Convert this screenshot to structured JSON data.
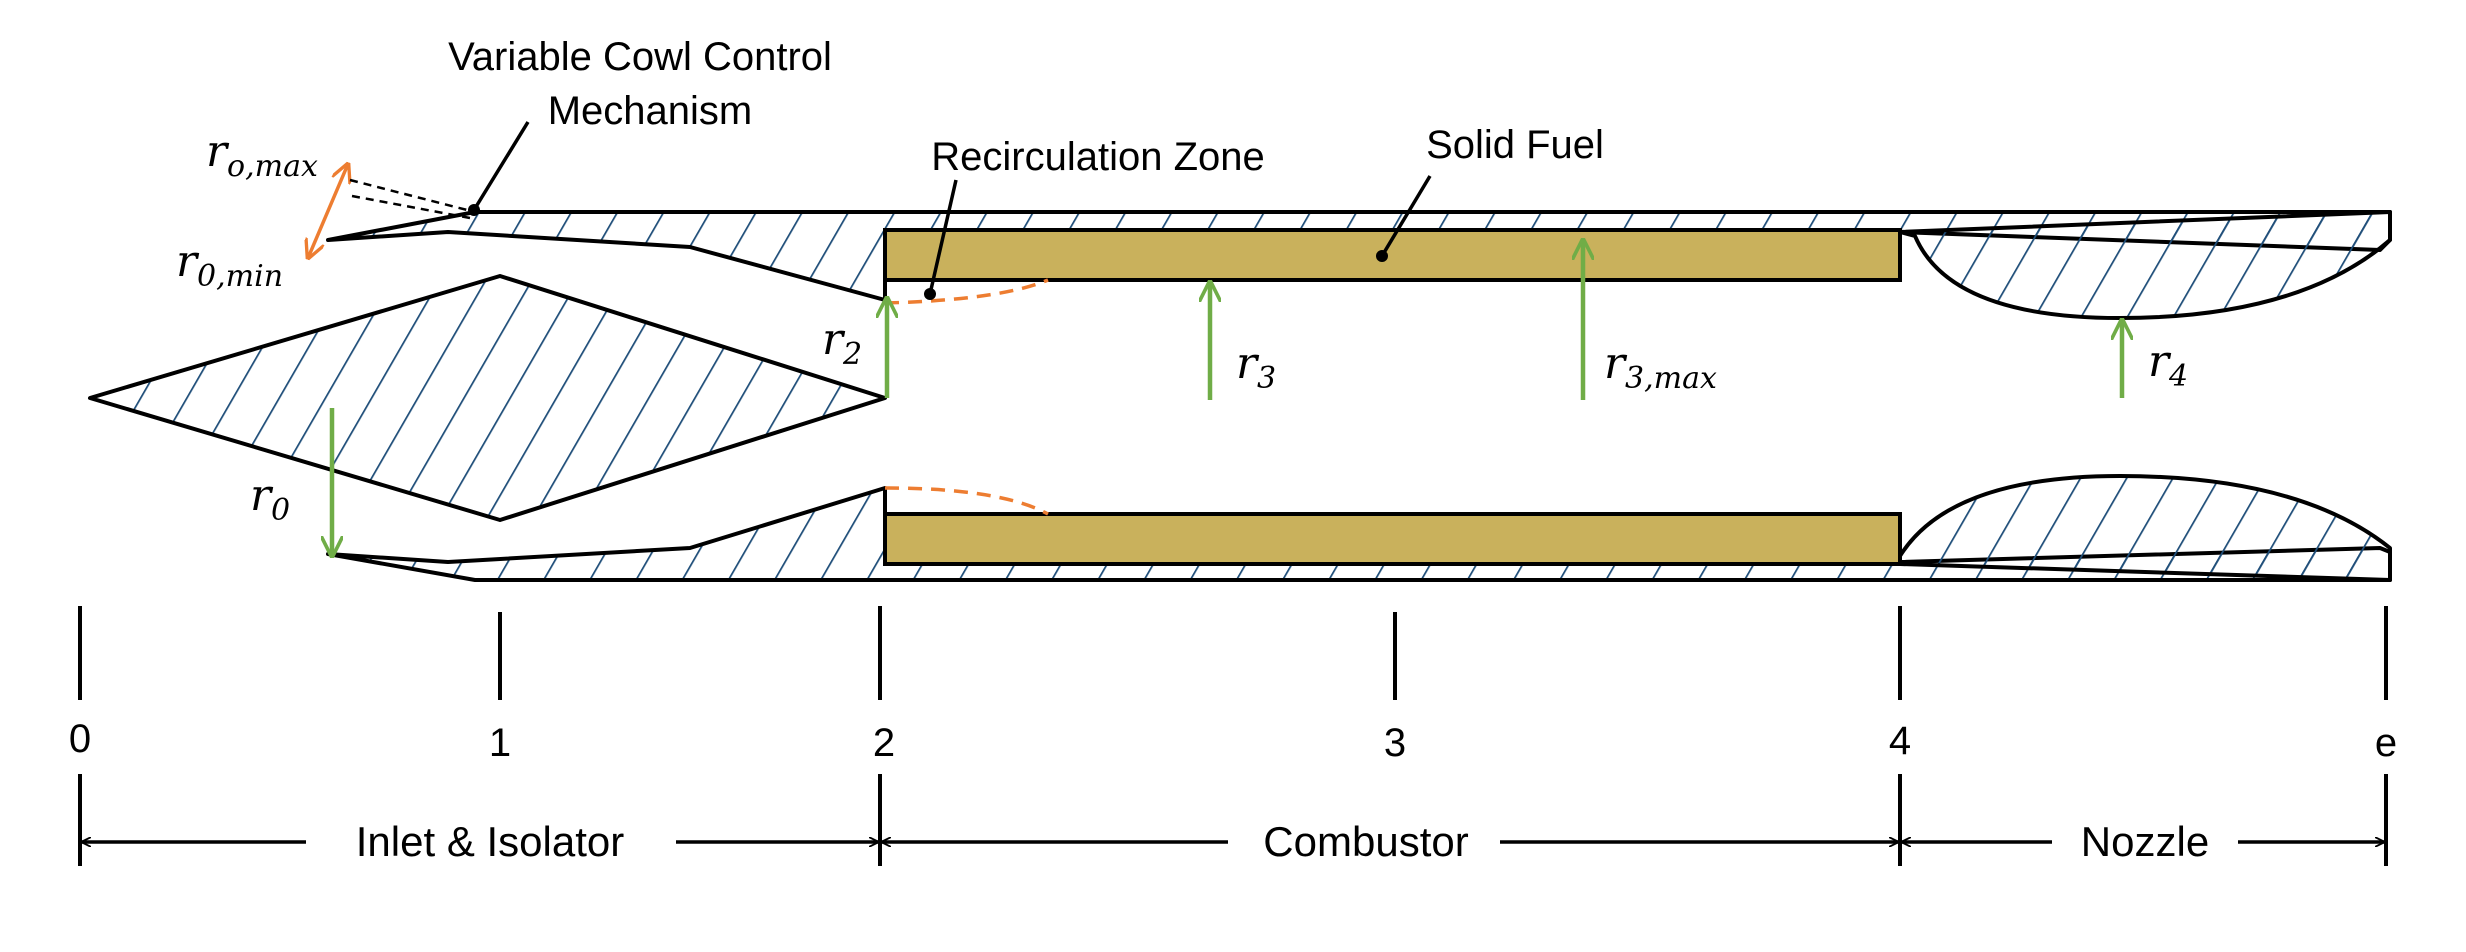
{
  "colors": {
    "hatch": "#1f4e79",
    "fuel": "#c9b15c",
    "radius_arrow": "#70ad47",
    "recirculation": "#ed7d31",
    "outline": "#000000"
  },
  "callouts": {
    "cowl_line1": "Variable Cowl Control",
    "cowl_line2": "Mechanism",
    "recirculation": "Recirculation Zone",
    "fuel": "Solid Fuel"
  },
  "radii": {
    "r_o_max": {
      "base": "r",
      "sub": "o,max"
    },
    "r_0_min": {
      "base": "r",
      "sub": "0,min"
    },
    "r_0": {
      "base": "r",
      "sub": "0"
    },
    "r_2": {
      "base": "r",
      "sub": "2"
    },
    "r_3": {
      "base": "r",
      "sub": "3"
    },
    "r_3_max": {
      "base": "r",
      "sub": "3,max"
    },
    "r_4": {
      "base": "r",
      "sub": "4"
    }
  },
  "stations": [
    "0",
    "1",
    "2",
    "3",
    "4",
    "e"
  ],
  "sections": [
    "Inlet & Isolator",
    "Combustor",
    "Nozzle"
  ]
}
